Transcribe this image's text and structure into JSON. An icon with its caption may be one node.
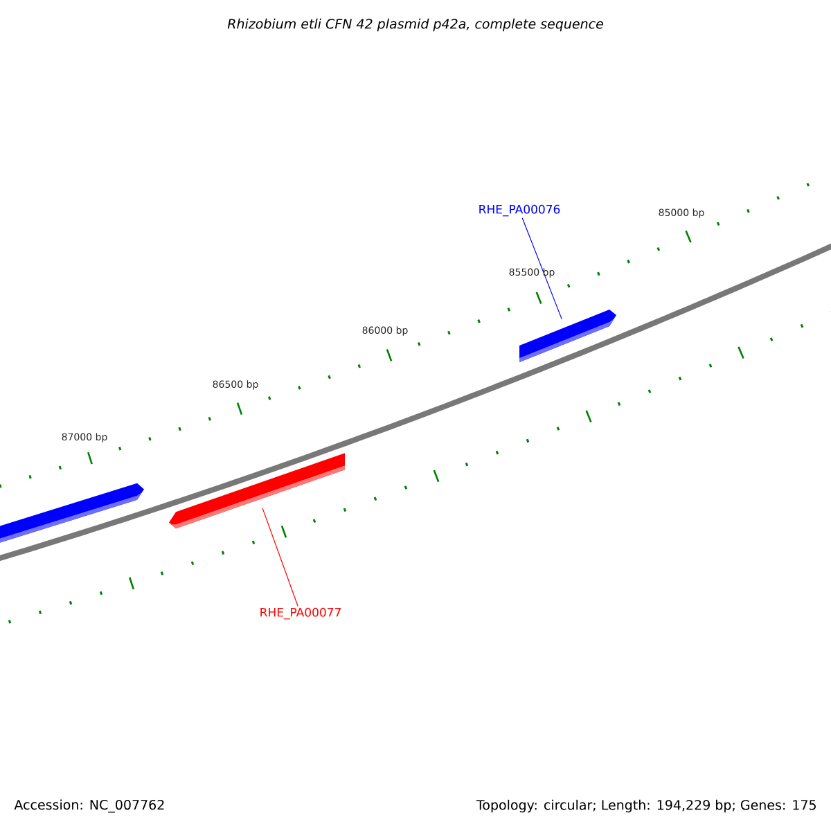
{
  "diagram": {
    "title": "Rhizobium etli CFN 42 plasmid p42a, complete sequence",
    "nodes": [
      {
        "text": [
          "RHE_PA00076"
        ]
      },
      {
        "text": [],
        "shape": "bar"
      },
      {
        "text": [],
        "shape": "bar"
      },
      {
        "text": [],
        "shape": "bar"
      },
      {
        "text": [
          "RHE_PA00077"
        ]
      }
    ],
    "edges": [
      {
        "from": 0,
        "to": 1,
        "arrow": "none",
        "color": "#0000ff"
      },
      {
        "from": 4,
        "to": 3,
        "arrow": "none",
        "color": "#ff0000"
      }
    ],
    "labels": [
      "85000 bp",
      "85500 bp",
      "86000 bp",
      "86500 bp",
      "87000 bp",
      "Accession: NC_007762",
      "Topology: circular; Length: 194,229 bp; Genes: 175"
    ]
  }
}
